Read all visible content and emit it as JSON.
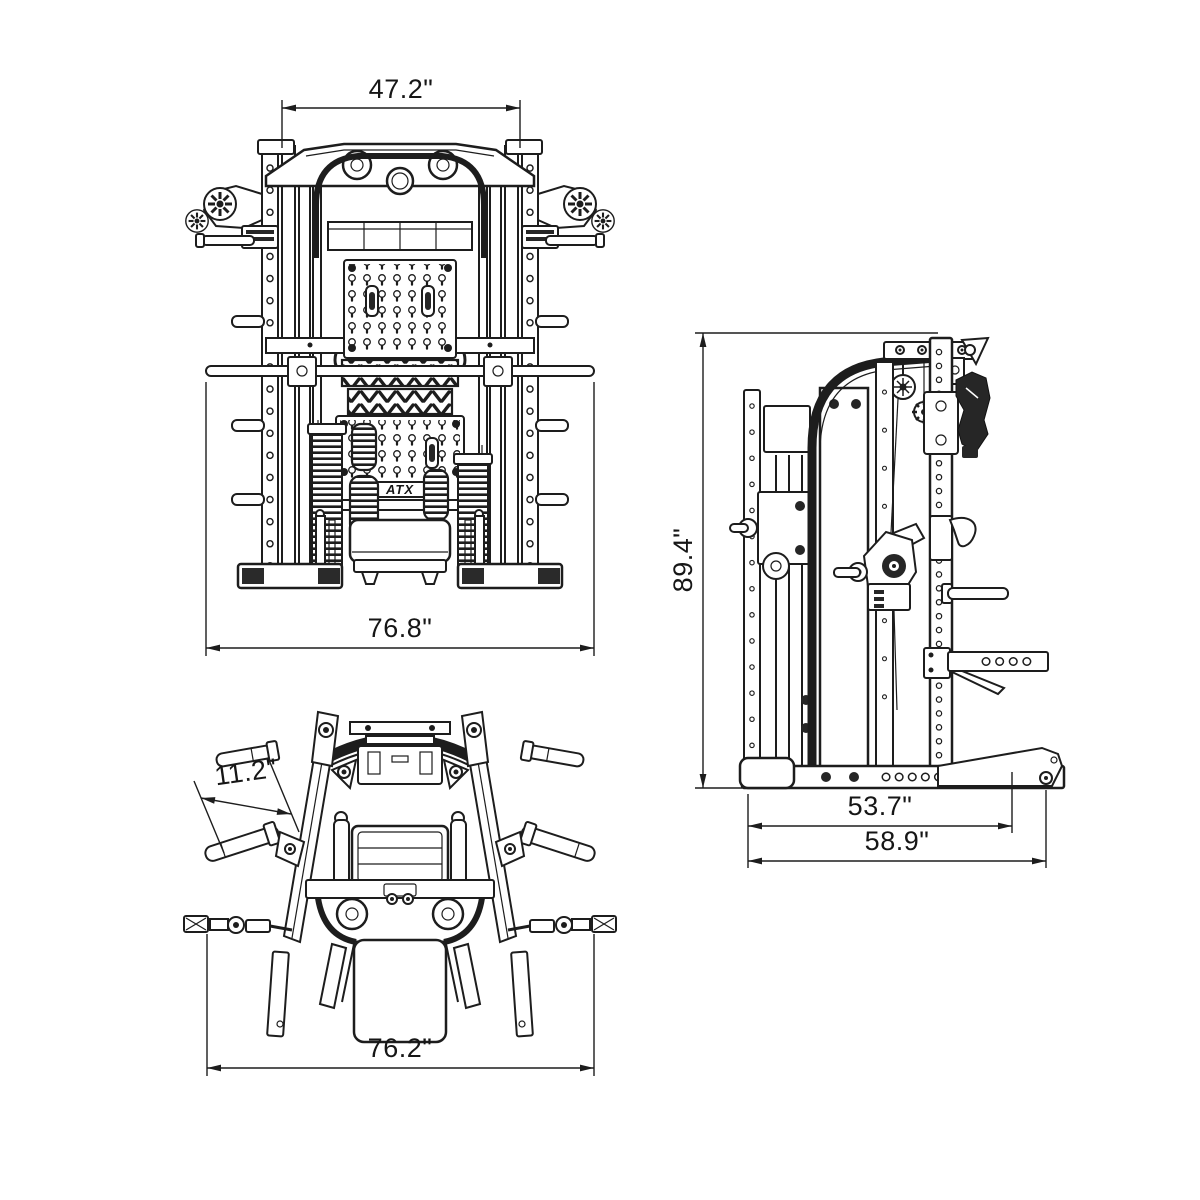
{
  "drawing": {
    "type": "technical-orthographic-views",
    "subject": "smith machine / functional trainer",
    "colors": {
      "line": "#1d1d1d",
      "background": "#ffffff"
    }
  },
  "logo": "ATX",
  "dimensions": {
    "front_inner_width": "47.2\"",
    "front_total_width": "76.8\"",
    "height": "89.4\"",
    "side_inner_depth": "53.7\"",
    "side_total_depth": "58.9\"",
    "handle_length": "11.2\"",
    "top_total_width": "76.2\""
  }
}
